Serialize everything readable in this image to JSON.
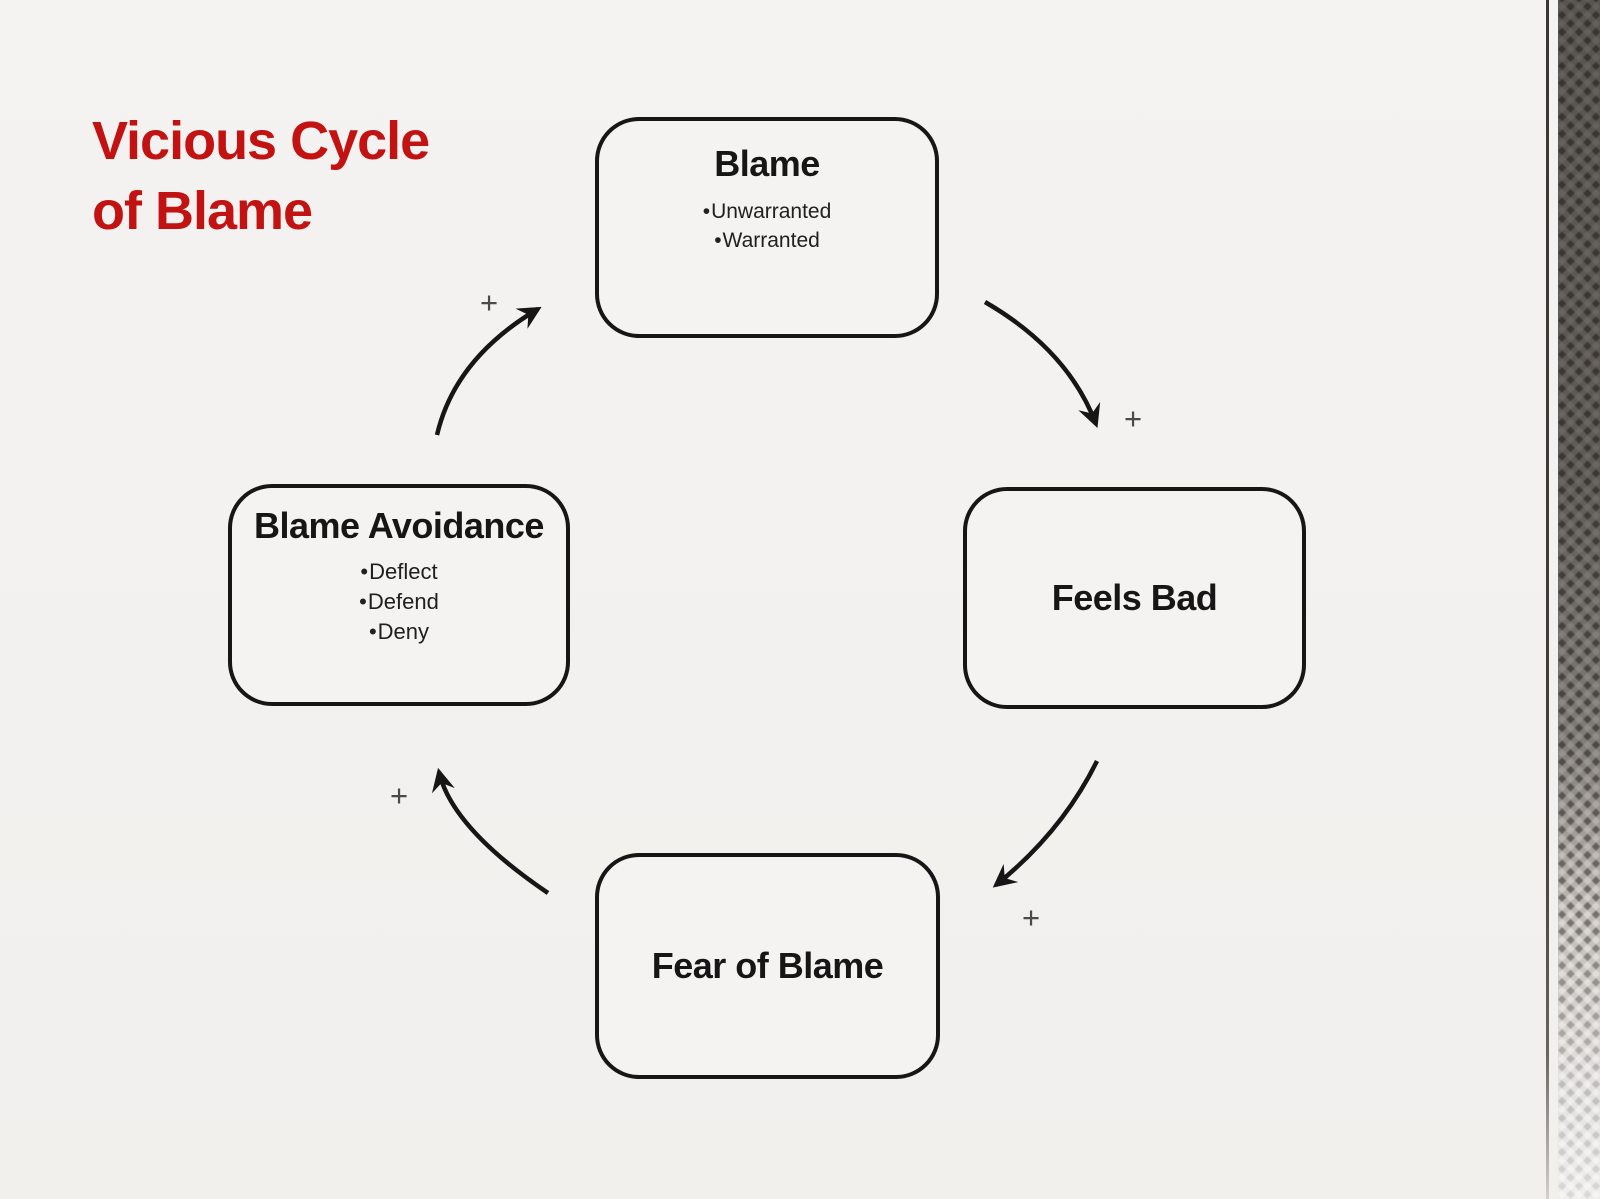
{
  "slide": {
    "title": {
      "line1": "Vicious Cycle",
      "line2": "of Blame",
      "color": "#c21212"
    },
    "background_color": "#f4f2f0"
  },
  "diagram": {
    "bullet_char": "•",
    "node_border_color": "#161616",
    "arrow_color": "#161616",
    "nodes": [
      {
        "title": "Blame",
        "bullets": [
          "Unwarranted",
          "Warranted"
        ]
      },
      {
        "title": "Feels Bad",
        "bullets": []
      },
      {
        "title": "Fear of Blame",
        "bullets": []
      },
      {
        "title": "Blame Avoidance",
        "bullets": [
          "Deflect",
          "Defend",
          "Deny"
        ]
      }
    ],
    "edges": [
      {
        "from": "Blame",
        "to": "Feels Bad",
        "sign": "+"
      },
      {
        "from": "Feels Bad",
        "to": "Fear of Blame",
        "sign": "+"
      },
      {
        "from": "Fear of Blame",
        "to": "Blame Avoidance",
        "sign": "+"
      },
      {
        "from": "Blame Avoidance",
        "to": "Blame",
        "sign": "+"
      }
    ]
  }
}
